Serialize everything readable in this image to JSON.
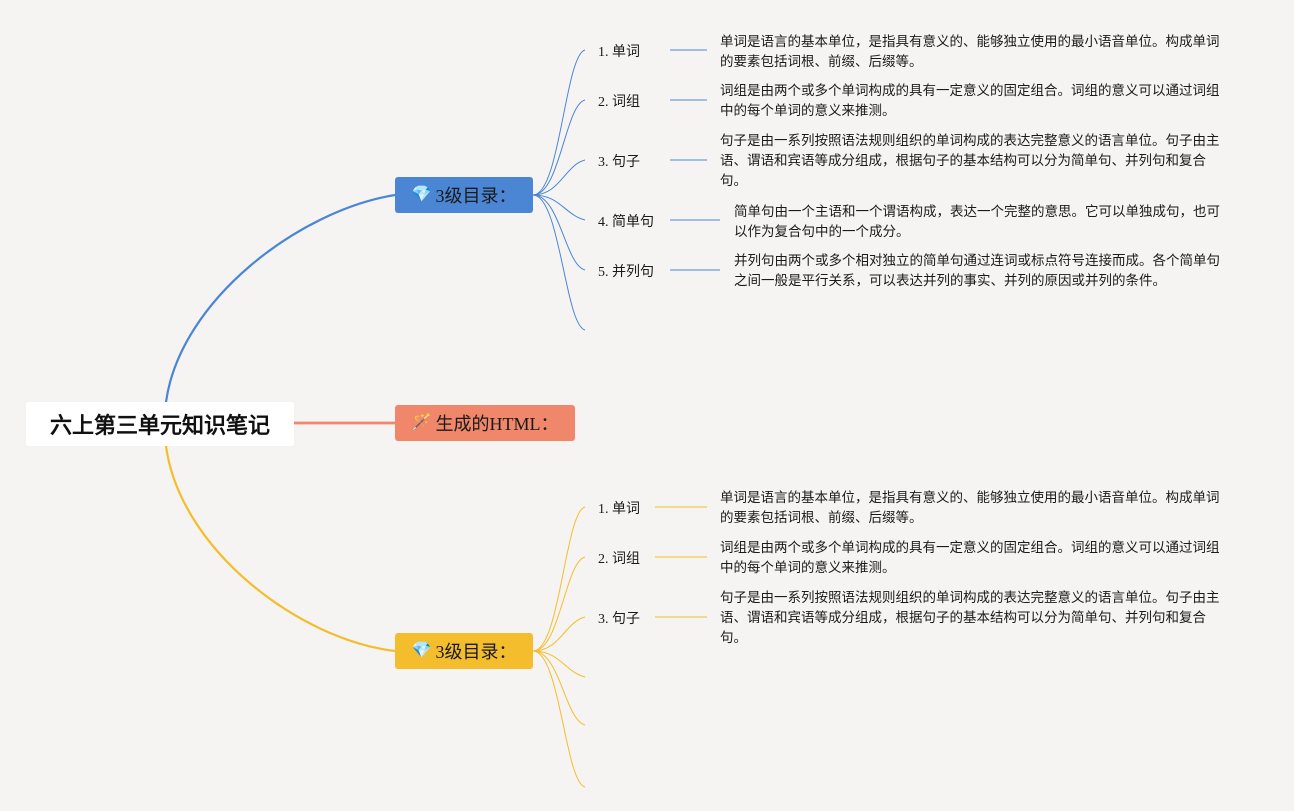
{
  "root": {
    "title": "六上第三单元知识笔记"
  },
  "branches": [
    {
      "label": "3级目录：",
      "icon": "💎",
      "color": "#4a86d4",
      "items": [
        {
          "label": "1. 单词",
          "desc": "单词是语言的基本单位，是指具有意义的、能够独立使用的最小语音单位。构成单词的要素包括词根、前缀、后缀等。"
        },
        {
          "label": "2. 词组",
          "desc": "词组是由两个或多个单词构成的具有一定意义的固定组合。词组的意义可以通过词组中的每个单词的意义来推测。"
        },
        {
          "label": "3. 句子",
          "desc": "句子是由一系列按照语法规则组织的单词构成的表达完整意义的语言单位。句子由主语、谓语和宾语等成分组成，根据句子的基本结构可以分为简单句、并列句和复合句。"
        },
        {
          "label": "4. 简单句",
          "desc": "简单句由一个主语和一个谓语构成，表达一个完整的意思。它可以单独成句，也可以作为复合句中的一个成分。"
        },
        {
          "label": "5. 并列句",
          "desc": "并列句由两个或多个相对独立的简单句通过连词或标点符号连接而成。各个简单句之间一般是平行关系，可以表达并列的事实、并列的原因或并列的条件。"
        }
      ]
    },
    {
      "label": "生成的HTML：",
      "icon": "🪄",
      "color": "#f0866a",
      "items": []
    },
    {
      "label": "3级目录：",
      "icon": "💎",
      "color": "#f3bd2e",
      "items": [
        {
          "label": "1. 单词",
          "desc": "单词是语言的基本单位，是指具有意义的、能够独立使用的最小语音单位。构成单词的要素包括词根、前缀、后缀等。"
        },
        {
          "label": "2. 词组",
          "desc": "词组是由两个或多个单词构成的具有一定意义的固定组合。词组的意义可以通过词组中的每个单词的意义来推测。"
        },
        {
          "label": "3. 句子",
          "desc": "句子是由一系列按照语法规则组织的单词构成的表达完整意义的语言单位。句子由主语、谓语和宾语等成分组成，根据句子的基本结构可以分为简单句、并列句和复合句。"
        }
      ]
    }
  ]
}
